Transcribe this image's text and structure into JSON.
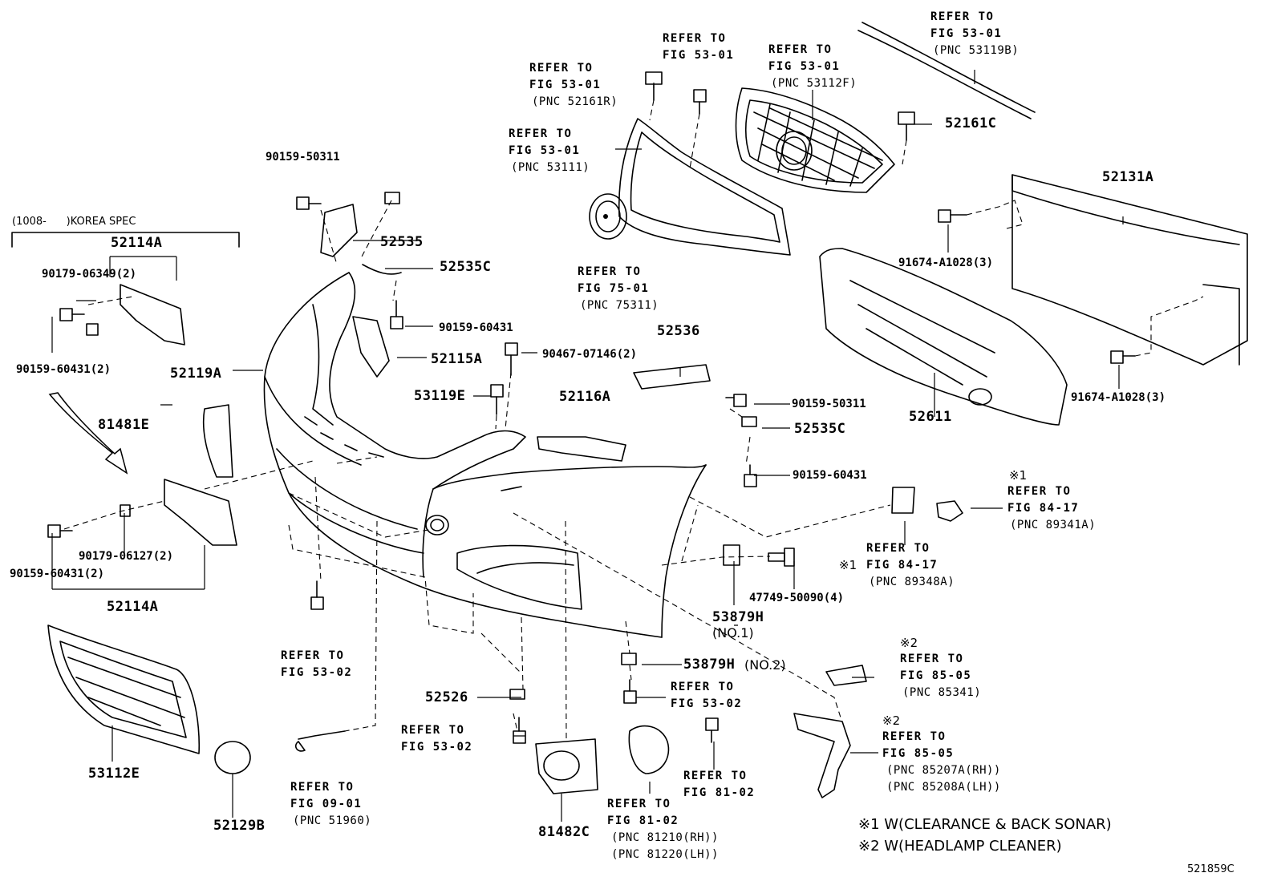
{
  "diagram_id": "521859C",
  "korea_spec": "(1008-      )KOREA SPEC",
  "parts": {
    "p52114A_top": "52114A",
    "p90179_06349": "90179-06349(2)",
    "p90159_60431_2a": "90159-60431(2)",
    "p52119A": "52119A",
    "p81481E": "81481E",
    "p90179_06127": "90179-06127(2)",
    "p90159_60431_2b": "90159-60431(2)",
    "p52114A_bot": "52114A",
    "p53112E": "53112E",
    "p52129B": "52129B",
    "p90159_50311_a": "90159-50311",
    "p52535": "52535",
    "p52535C_a": "52535C",
    "p90159_60431_a": "90159-60431",
    "p52115A": "52115A",
    "p90467_07146": "90467-07146(2)",
    "p53119E": "53119E",
    "p52116A": "52116A",
    "p52526": "52526",
    "p81482C": "81482C",
    "p52161C": "52161C",
    "p52131A": "52131A",
    "p91674_a": "91674-A1028(3)",
    "p91674_b": "91674-A1028(3)",
    "p52611": "52611",
    "p52536": "52536",
    "p90159_50311_b": "90159-50311",
    "p52535C_b": "52535C",
    "p90159_60431_b": "90159-60431",
    "p47749": "47749-50090(4)",
    "p53879H_1": "53879H",
    "p53879H_1_no": "(NO.1)",
    "p53879H_2": "53879H",
    "p53879H_2_no": "(NO.2)"
  },
  "refs": {
    "r_52161R": [
      "REFER TO",
      "FIG 53-01",
      "(PNC 52161R)"
    ],
    "r_53111": [
      "REFER TO",
      "FIG 53-01",
      "(PNC 53111)"
    ],
    "r_fig5301_top": [
      "REFER TO",
      "FIG 53-01"
    ],
    "r_53112F": [
      "REFER TO",
      "FIG 53-01",
      "(PNC 53112F)"
    ],
    "r_53119B": [
      "REFER TO",
      "FIG 53-01",
      "(PNC 53119B)"
    ],
    "r_75311": [
      "REFER TO",
      "FIG 75-01",
      "(PNC 75311)"
    ],
    "r_89341A": [
      "REFER TO",
      "FIG 84-17",
      "(PNC 89341A)"
    ],
    "r_89348A": [
      "REFER TO",
      "FIG 84-17",
      "(PNC 89348A)"
    ],
    "r_fig5302_a": [
      "REFER TO",
      "FIG 53-02"
    ],
    "r_fig5302_b": [
      "REFER TO",
      "FIG 53-02"
    ],
    "r_fig5302_c": [
      "REFER TO",
      "FIG 53-02"
    ],
    "r_51960": [
      "REFER TO",
      "FIG 09-01",
      "(PNC 51960)"
    ],
    "r_81210": [
      "REFER TO",
      "FIG 81-02",
      "(PNC 81210(RH))",
      "(PNC 81220(LH))"
    ],
    "r_fig8102": [
      "REFER TO",
      "FIG 81-02"
    ],
    "r_85341": [
      "REFER TO",
      "FIG 85-05",
      "(PNC 85341)"
    ],
    "r_85207A": [
      "REFER TO",
      "FIG 85-05",
      "(PNC 85207A(RH))",
      "(PNC 85208A(LH))"
    ]
  },
  "marks": {
    "m1a": "※1",
    "m1b": "※1",
    "m2a": "※2",
    "m2b": "※2"
  },
  "notes": {
    "n1": "※1 W(CLEARANCE & BACK SONAR)",
    "n2": "※2 W(HEADLAMP CLEANER)"
  }
}
